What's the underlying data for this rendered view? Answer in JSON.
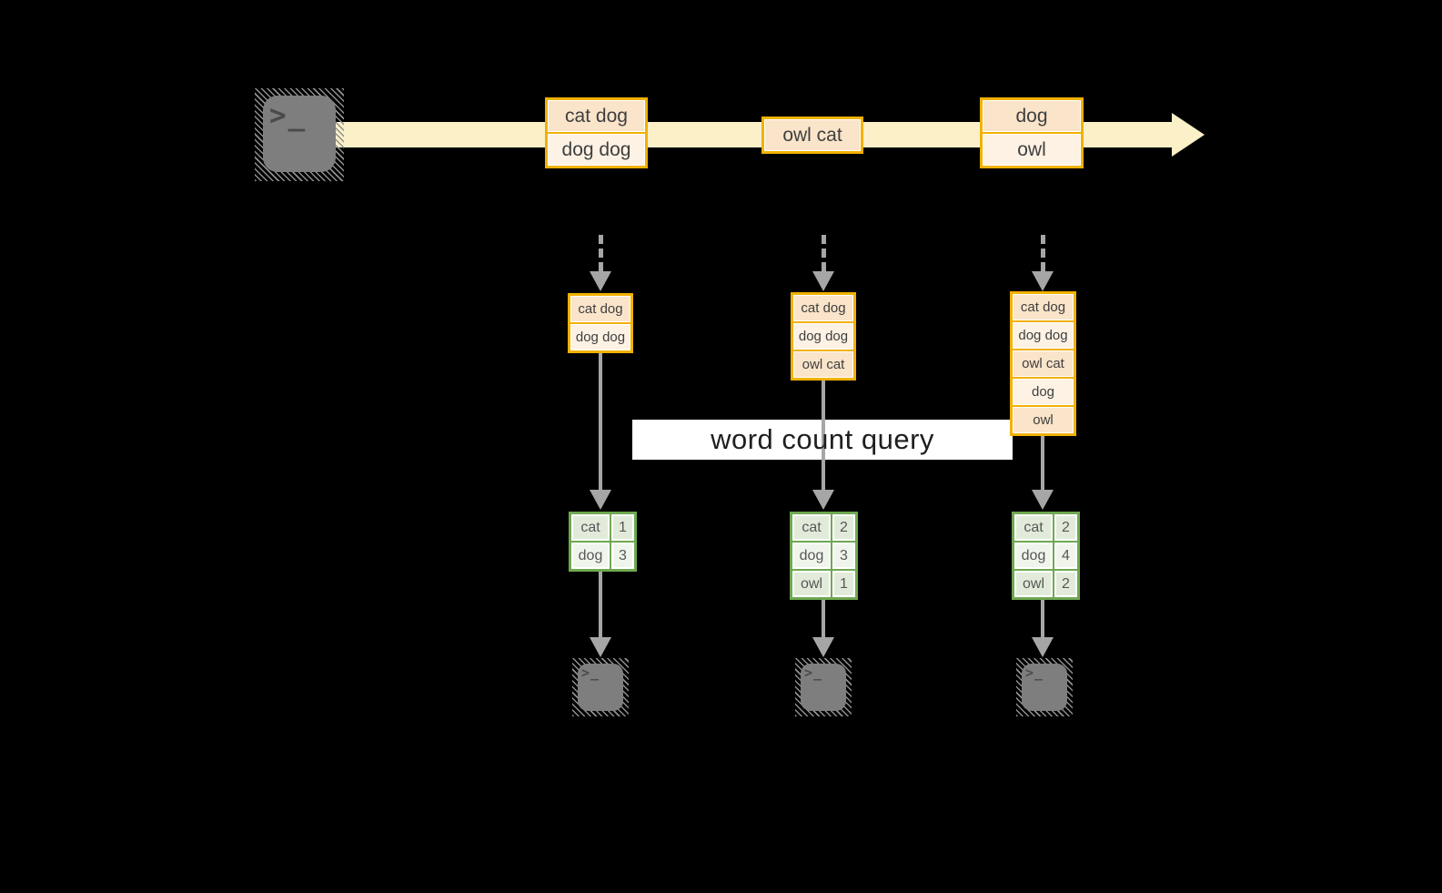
{
  "query": {
    "label": "word count query"
  },
  "terminal": {
    "glyph": ">_"
  },
  "stream": {
    "batches": [
      {
        "lines": [
          "cat dog",
          "dog dog"
        ]
      },
      {
        "lines": [
          "owl cat"
        ]
      },
      {
        "lines": [
          "dog",
          "owl"
        ]
      }
    ]
  },
  "states": [
    {
      "cells": [
        "cat dog",
        "dog dog"
      ]
    },
    {
      "cells": [
        "cat dog",
        "dog dog",
        "owl cat"
      ]
    },
    {
      "cells": [
        "cat dog",
        "dog dog",
        "owl cat",
        "dog",
        "owl"
      ]
    }
  ],
  "results": [
    {
      "rows": [
        {
          "word": "cat",
          "count": "1"
        },
        {
          "word": "dog",
          "count": "3"
        }
      ]
    },
    {
      "rows": [
        {
          "word": "cat",
          "count": "2"
        },
        {
          "word": "dog",
          "count": "3"
        },
        {
          "word": "owl",
          "count": "1"
        }
      ]
    },
    {
      "rows": [
        {
          "word": "cat",
          "count": "2"
        },
        {
          "word": "dog",
          "count": "4"
        },
        {
          "word": "owl",
          "count": "2"
        }
      ]
    }
  ],
  "colors": {
    "accent_orange": "#F2B100",
    "peach_dark": "#FAE4CA",
    "peach_light": "#FDF2E4",
    "stream_yellow": "#FBF0C8",
    "green_border": "#6FA851",
    "green_row_dark": "#E2EBDA",
    "green_row_light": "#F0F5EC",
    "arrow_gray": "#A6A6A6",
    "terminal_gray": "#7E7E7E"
  }
}
